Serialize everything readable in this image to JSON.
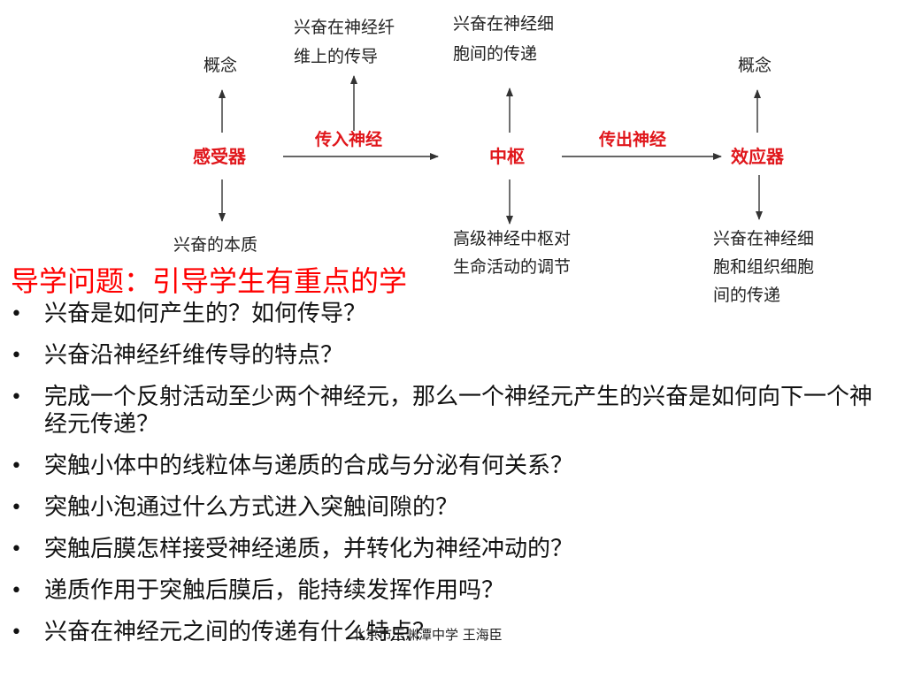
{
  "diagram": {
    "nodes": {
      "receptor": "感受器",
      "center": "中枢",
      "effector": "效应器"
    },
    "edges": {
      "afferent": "传入神经",
      "efferent": "传出神经"
    },
    "annotations": {
      "receptor_top": "概念",
      "receptor_bottom": "兴奋的本质",
      "afferent_top_1": "兴奋在神经纤",
      "afferent_top_2": "维上的传导",
      "center_top_1": "兴奋在神经细",
      "center_top_2": "胞间的传递",
      "center_bottom_1": "高级神经中枢对",
      "center_bottom_2": "生命活动的调节",
      "effector_top": "概念",
      "effector_bottom_1": "兴奋在神经细",
      "effector_bottom_2": "胞和组织细胞",
      "effector_bottom_3": "间的传递"
    }
  },
  "heading": "导学问题：引导学生有重点的学",
  "bullet_symbol": "•",
  "questions": [
    "兴奋是如何产生的？如何传导？",
    "兴奋沿神经纤维传导的特点？",
    "完成一个反射活动至少两个神经元，那么一个神经元产生的兴奋是如何向下一个神经元传递？",
    "突触小体中的线粒体与递质的合成与分泌有何关系？",
    "突触小泡通过什么方式进入突触间隙的？",
    "突触后膜怎样接受神经递质，并转化为神经冲动的？",
    "递质作用于突触后膜后，能持续发挥作用吗？",
    "兴奋在神经元之间的传递有什么特点？"
  ],
  "footer": "北京市玉渊潭中学  王海臣",
  "colors": {
    "accent_red": "#e0161b",
    "heading_red": "#ff0000",
    "text": "#111111"
  }
}
